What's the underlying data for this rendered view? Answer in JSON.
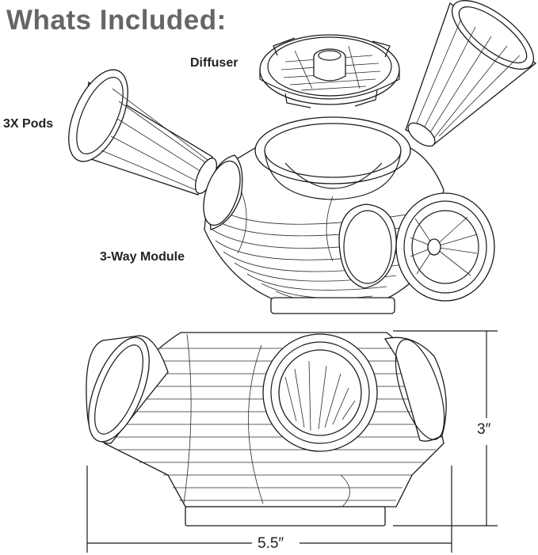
{
  "title": "Whats Included:",
  "labels": {
    "diffuser": "Diffuser",
    "pods": "3X Pods",
    "module": "3-Way Module"
  },
  "dimensions": {
    "height": "3″",
    "width": "5.5″"
  },
  "colors": {
    "title": "#666666",
    "line": "#1a1a1a"
  }
}
